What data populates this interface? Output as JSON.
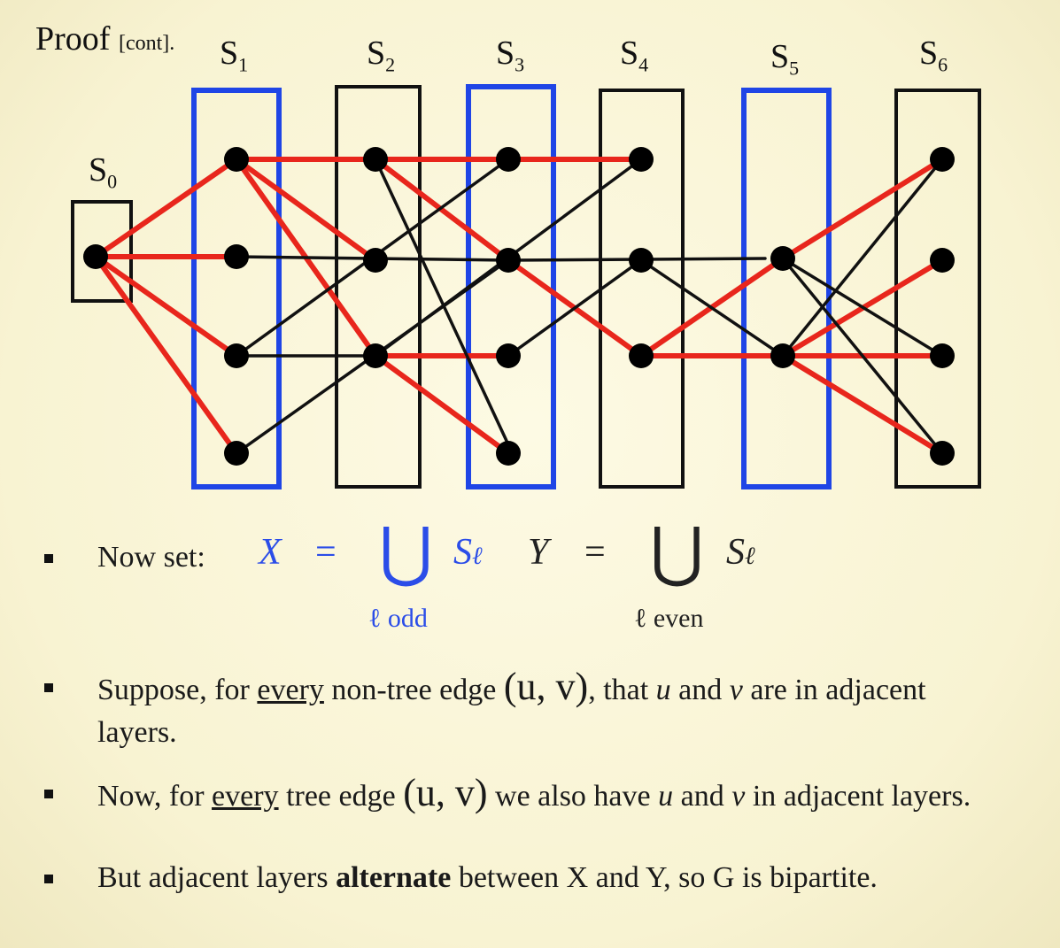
{
  "title": {
    "main": "Proof",
    "suffix": "[cont]."
  },
  "layers": [
    {
      "label": "S",
      "index": "0"
    },
    {
      "label": "S",
      "index": "1"
    },
    {
      "label": "S",
      "index": "2"
    },
    {
      "label": "S",
      "index": "3"
    },
    {
      "label": "S",
      "index": "4"
    },
    {
      "label": "S",
      "index": "5"
    },
    {
      "label": "S",
      "index": "6"
    }
  ],
  "colors": {
    "odd_box": "#1f45e6",
    "even_box": "#111111",
    "tree_edge": "#e8261c",
    "non_tree_edge": "#111111",
    "math_blue": "#2b4de8"
  },
  "bullets": {
    "now_set": "Now set:",
    "x_def": {
      "lhs": "X",
      "eq": "=",
      "cup": "⋃",
      "set": "S",
      "sub": "ℓ",
      "under": "ℓ odd"
    },
    "y_def": {
      "lhs": "Y",
      "eq": "=",
      "cup": "⋃",
      "set": "S",
      "sub": "ℓ",
      "under": "ℓ even"
    },
    "b2_a": "Suppose, for ",
    "b2_every": "every",
    "b2_b": " non-tree edge ",
    "b2_uv": "(u, v)",
    "b2_c": ", that ",
    "b2_u": "u",
    "b2_d": " and ",
    "b2_v": "v",
    "b2_e": " are in adjacent",
    "b2_f": "layers.",
    "b3_a": "Now, for ",
    "b3_every": "every",
    "b3_b": " tree edge ",
    "b3_uv": "(u, v)",
    "b3_c": " we also have ",
    "b3_u": "u",
    "b3_d": " and ",
    "b3_v": "v",
    "b3_e": " in adjacent layers.",
    "b4_a": "But adjacent layers ",
    "b4_bold": "alternate",
    "b4_b": " between X and Y, so G is bipartite."
  }
}
